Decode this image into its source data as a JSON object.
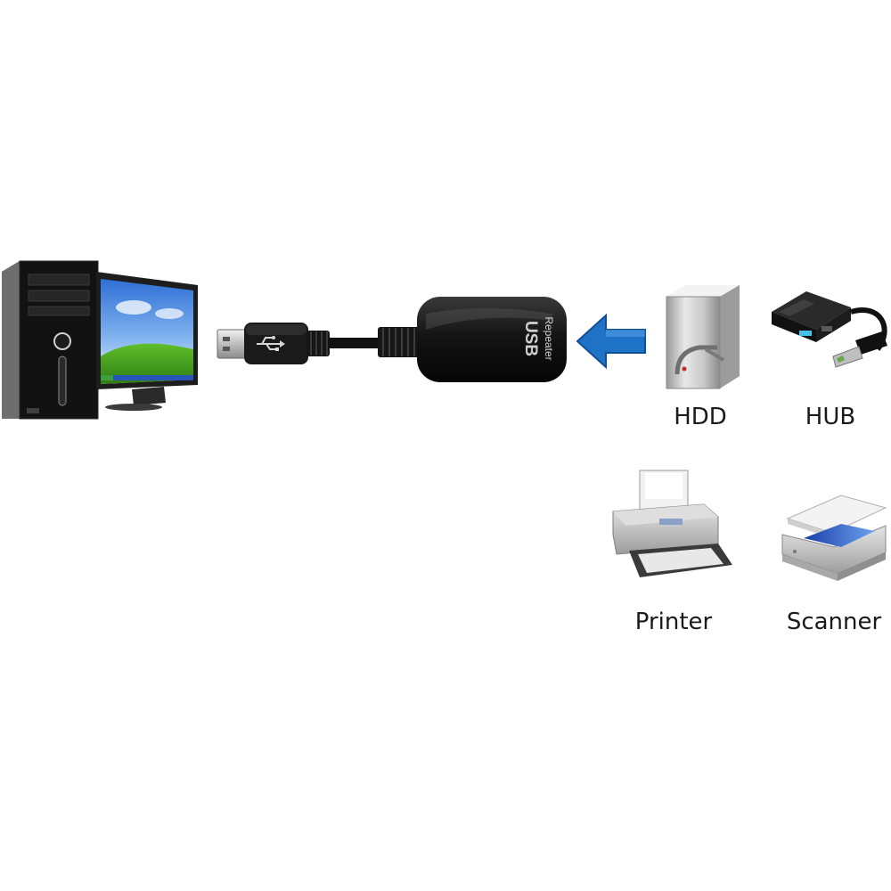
{
  "repeater": {
    "line1": "USB",
    "line2": "Repeater"
  },
  "devices": [
    {
      "label": "HDD",
      "icon": "hdd-icon"
    },
    {
      "label": "HUB",
      "icon": "usb-hub-icon"
    },
    {
      "label": "Printer",
      "icon": "printer-icon"
    },
    {
      "label": "Scanner",
      "icon": "scanner-icon"
    }
  ],
  "colors": {
    "arrow": "#1e73c7",
    "cable": "#111111",
    "repeater_body": "#1c1c1c",
    "label_text": "#1a1a1a"
  }
}
